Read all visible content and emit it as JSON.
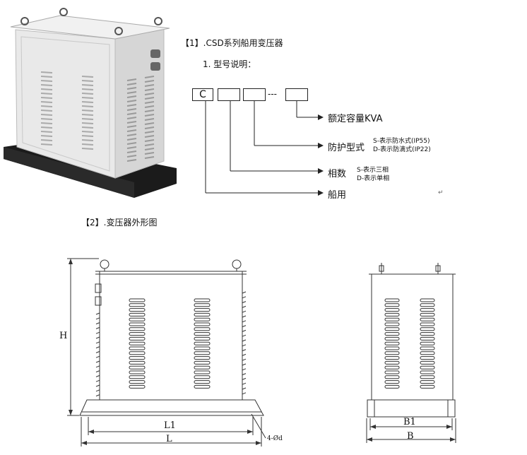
{
  "section1": {
    "heading": "【1】.CSD系列船用变压器",
    "subheading": "1.  型号说明："
  },
  "model": {
    "box1": "C",
    "dashes": "---",
    "rated_capacity": "额定容量KVA",
    "protection_title": "防护型式",
    "protection_s": "S-表示防水式(IP55)",
    "protection_d": "D-表示防滴式(IP22)",
    "phase_title": "相数",
    "phase_s": "S-表示三相",
    "phase_d": "D-表示单相",
    "marine": "船用",
    "return_mark": "↵"
  },
  "section2": {
    "heading": "【2】.变压器外形图"
  },
  "dims": {
    "H": "H",
    "L1": "L1",
    "L": "L",
    "holes": "4-Ød",
    "B1": "B1",
    "B": "B"
  }
}
